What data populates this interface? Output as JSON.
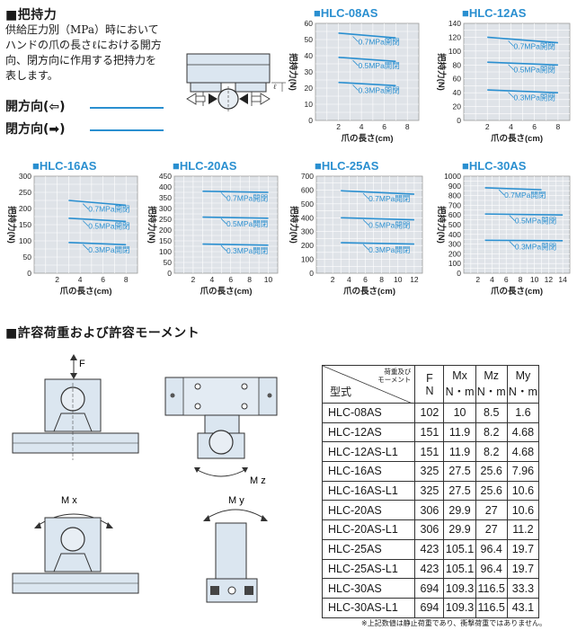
{
  "grip_section": {
    "title": "■把持力",
    "intro_lines": [
      "供給圧力別（MPa）時において",
      "ハンドの爪の長さℓにおける開方",
      "向、閉方向に作用する把持力を",
      "表します。"
    ],
    "open_label": "開方向(⇦)",
    "close_label": "閉方向(➡)"
  },
  "load_section": {
    "title": "■許容荷重および許容モーメント",
    "diagram_labels": {
      "f": "F",
      "mz": "M z",
      "mx": "M x",
      "my": "M y"
    }
  },
  "spec_table": {
    "header_corner_top": "荷重及び\nモーメント",
    "header_corner_bottom": "型式",
    "columns": [
      {
        "name": "F",
        "unit": "N"
      },
      {
        "name": "Mx",
        "unit": "N・m"
      },
      {
        "name": "Mz",
        "unit": "N・m"
      },
      {
        "name": "My",
        "unit": "N・m"
      }
    ],
    "rows": [
      [
        "HLC-08AS",
        "102",
        "10",
        "8.5",
        "1.6"
      ],
      [
        "HLC-12AS",
        "151",
        "11.9",
        "8.2",
        "4.68"
      ],
      [
        "HLC-12AS-L1",
        "151",
        "11.9",
        "8.2",
        "4.68"
      ],
      [
        "HLC-16AS",
        "325",
        "27.5",
        "25.6",
        "7.96"
      ],
      [
        "HLC-16AS-L1",
        "325",
        "27.5",
        "25.6",
        "10.6"
      ],
      [
        "HLC-20AS",
        "306",
        "29.9",
        "27",
        "10.6"
      ],
      [
        "HLC-20AS-L1",
        "306",
        "29.9",
        "27",
        "11.2"
      ],
      [
        "HLC-25AS",
        "423",
        "105.1",
        "96.4",
        "19.7"
      ],
      [
        "HLC-25AS-L1",
        "423",
        "105.1",
        "96.4",
        "19.7"
      ],
      [
        "HLC-30AS",
        "694",
        "109.3",
        "116.5",
        "33.3"
      ],
      [
        "HLC-30AS-L1",
        "694",
        "109.3",
        "116.5",
        "43.1"
      ]
    ],
    "note": "※上記数値は静止荷重であり、衝撃荷重ではありません。"
  },
  "colors": {
    "accent": "#2a8fd0",
    "plot_bg": "#dfe3e8",
    "grid": "#ffffff",
    "diagram_fill": "#dbe6f0"
  },
  "chart_data": [
    {
      "type": "line",
      "title": "■HLC-08AS",
      "xlabel": "爪の長さ(cm)",
      "ylabel": "把持力(N)",
      "xlim": [
        0,
        9
      ],
      "ylim": [
        0,
        60
      ],
      "xticks": [
        2,
        4,
        6,
        8
      ],
      "yticks": [
        0,
        10,
        20,
        30,
        40,
        50,
        60
      ],
      "series": [
        {
          "name": "0.7MPa開閉",
          "x": [
            2,
            7
          ],
          "y": [
            54,
            51
          ]
        },
        {
          "name": "0.5MPa開閉",
          "x": [
            2,
            7
          ],
          "y": [
            39,
            36.5
          ]
        },
        {
          "name": "0.3MPa開閉",
          "x": [
            2,
            7
          ],
          "y": [
            23.5,
            21.5
          ]
        }
      ]
    },
    {
      "type": "line",
      "title": "■HLC-12AS",
      "xlabel": "爪の長さ(cm)",
      "ylabel": "把持力(N)",
      "xlim": [
        0,
        9
      ],
      "ylim": [
        0,
        140
      ],
      "xticks": [
        2,
        4,
        6,
        8
      ],
      "yticks": [
        0,
        20,
        40,
        60,
        80,
        100,
        120,
        140
      ],
      "series": [
        {
          "name": "0.7MPa開閉",
          "x": [
            2,
            8
          ],
          "y": [
            120,
            112
          ]
        },
        {
          "name": "0.5MPa開閉",
          "x": [
            2,
            8
          ],
          "y": [
            84,
            80
          ]
        },
        {
          "name": "0.3MPa開閉",
          "x": [
            2,
            8
          ],
          "y": [
            44,
            40
          ]
        }
      ]
    },
    {
      "type": "line",
      "title": "■HLC-16AS",
      "xlabel": "爪の長さ(cm)",
      "ylabel": "把持力(N)",
      "xlim": [
        0,
        9
      ],
      "ylim": [
        0,
        300
      ],
      "xticks": [
        2,
        4,
        6,
        8
      ],
      "yticks": [
        0,
        50,
        100,
        150,
        200,
        250,
        300
      ],
      "series": [
        {
          "name": "0.7MPa開閉",
          "x": [
            3,
            8
          ],
          "y": [
            225,
            210
          ]
        },
        {
          "name": "0.5MPa開閉",
          "x": [
            3,
            8
          ],
          "y": [
            170,
            160
          ]
        },
        {
          "name": "0.3MPa開閉",
          "x": [
            3,
            8
          ],
          "y": [
            95,
            88
          ]
        }
      ]
    },
    {
      "type": "line",
      "title": "■HLC-20AS",
      "xlabel": "爪の長さ(cm)",
      "ylabel": "把持力(N)",
      "xlim": [
        0,
        11
      ],
      "ylim": [
        0,
        450
      ],
      "xticks": [
        2,
        4,
        6,
        8,
        10
      ],
      "yticks": [
        0,
        50,
        100,
        150,
        200,
        250,
        300,
        350,
        400,
        450
      ],
      "series": [
        {
          "name": "0.7MPa開閉",
          "x": [
            3,
            10
          ],
          "y": [
            380,
            375
          ]
        },
        {
          "name": "0.5MPa開閉",
          "x": [
            3,
            10
          ],
          "y": [
            260,
            255
          ]
        },
        {
          "name": "0.3MPa開閉",
          "x": [
            3,
            10
          ],
          "y": [
            135,
            130
          ]
        }
      ]
    },
    {
      "type": "line",
      "title": "■HLC-25AS",
      "xlabel": "爪の長さ(cm)",
      "ylabel": "把持力(N)",
      "xlim": [
        0,
        13
      ],
      "ylim": [
        0,
        700
      ],
      "xticks": [
        2,
        4,
        6,
        8,
        10,
        12
      ],
      "yticks": [
        0,
        100,
        200,
        300,
        400,
        500,
        600,
        700
      ],
      "series": [
        {
          "name": "0.7MPa開閉",
          "x": [
            3,
            12
          ],
          "y": [
            595,
            570
          ]
        },
        {
          "name": "0.5MPa開閉",
          "x": [
            3,
            12
          ],
          "y": [
            400,
            385
          ]
        },
        {
          "name": "0.3MPa開閉",
          "x": [
            3,
            12
          ],
          "y": [
            220,
            210
          ]
        }
      ]
    },
    {
      "type": "line",
      "title": "■HLC-30AS",
      "xlabel": "爪の長さ(cm)",
      "ylabel": "把持力(N)",
      "xlim": [
        0,
        15
      ],
      "ylim": [
        0,
        1000
      ],
      "xticks": [
        2,
        4,
        6,
        8,
        10,
        12,
        14
      ],
      "yticks": [
        0,
        100,
        200,
        300,
        400,
        500,
        600,
        700,
        800,
        900,
        1000
      ],
      "series": [
        {
          "name": "0.7MPa開閉",
          "x": [
            3,
            11
          ],
          "y": [
            880,
            860
          ]
        },
        {
          "name": "0.5MPa開閉",
          "x": [
            3,
            14
          ],
          "y": [
            610,
            600
          ]
        },
        {
          "name": "0.3MPa開閉",
          "x": [
            3,
            14
          ],
          "y": [
            340,
            335
          ]
        }
      ]
    }
  ]
}
